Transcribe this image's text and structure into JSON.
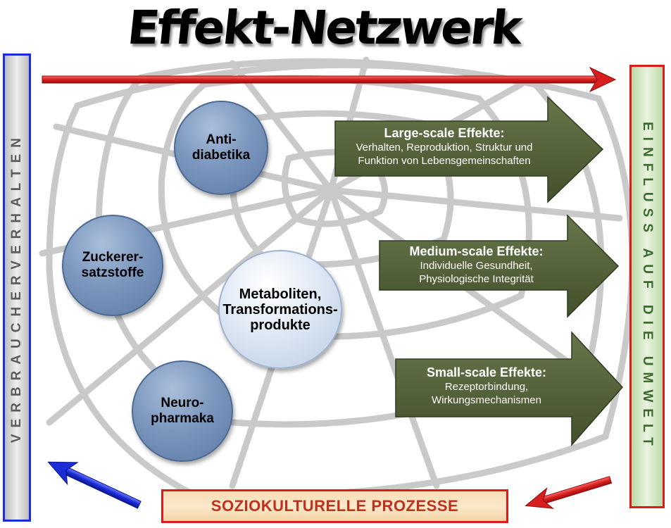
{
  "title": "Effekt-Netzwerk",
  "left_label": "VERBRAUCHERVERHALTEN",
  "right_label": "EINFLUSS AUF DIE UMWELT",
  "bottom_label": "SOZIOKULTURELLE PROZESSE",
  "circles": [
    {
      "text": "Anti-\ndiabetika"
    },
    {
      "text": "Zuckerer-\nsatzstoffe"
    },
    {
      "text": "Metaboliten,\nTransformations-\nprodukte"
    },
    {
      "text": "Neuro-\npharmaka"
    }
  ],
  "effects": [
    {
      "heading": "Large-scale Effekte:",
      "line1": "Verhalten, Reproduktion, Struktur und",
      "line2": "Funktion von Lebensgemeinschaften"
    },
    {
      "heading": "Medium-scale Effekte:",
      "line1": "Individuelle Gesundheit,",
      "line2": "Physiologische Integrität"
    },
    {
      "heading": "Small-scale Effekte:",
      "line1": "Rezeptorbindung,",
      "line2": "Wirkungsmechanismen"
    }
  ],
  "colors": {
    "red_arrow": "#d81e1e",
    "blue_arrow": "#1a2dd6",
    "effect_arrow": "#4d5b34",
    "web": "#c2c2c2"
  }
}
